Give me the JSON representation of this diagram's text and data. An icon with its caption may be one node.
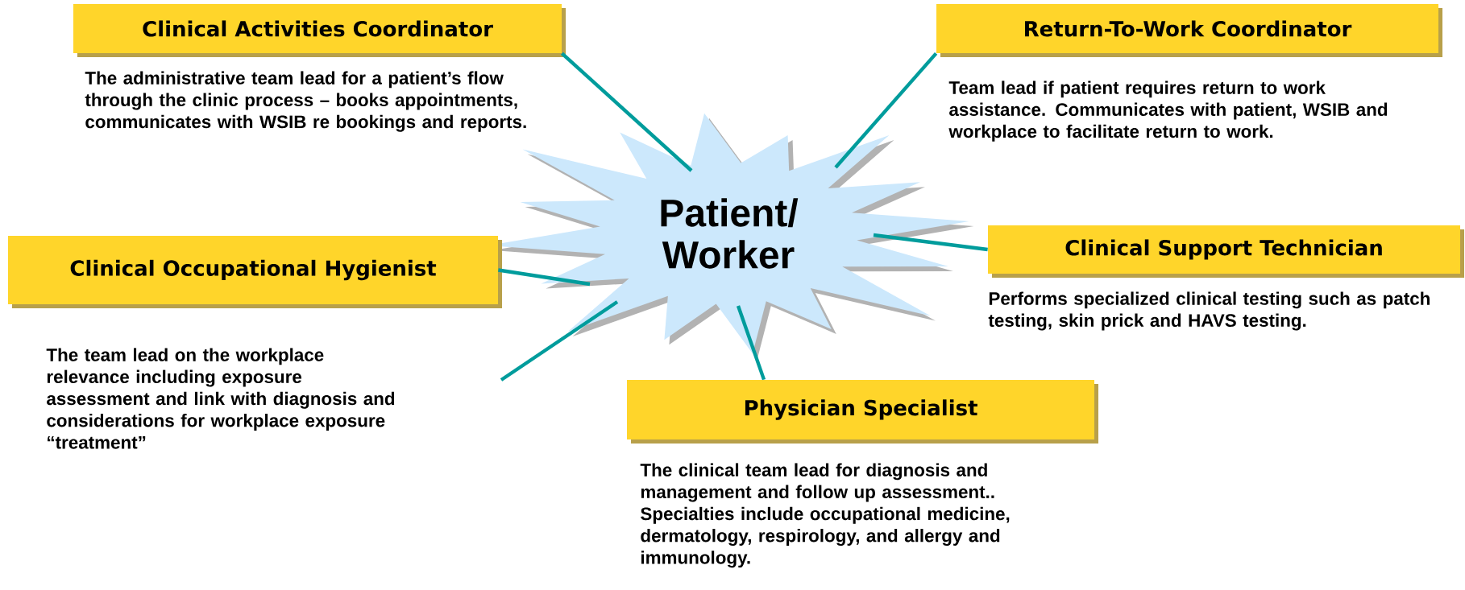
{
  "diagram": {
    "nodes": [
      {
        "text": [
          "Clinical Activities Coordinator"
        ]
      },
      {
        "text": [
          "Return-To-Work Coordinator"
        ]
      },
      {
        "text": [
          "Patient/ Worker"
        ]
      },
      {
        "text": [
          "Clinical Occupational Hygienist"
        ]
      },
      {
        "text": [
          "Clinical Support Technician"
        ]
      },
      {
        "text": [
          "Physician Specialist"
        ]
      }
    ],
    "edges": [
      {
        "from": 0,
        "to": 2,
        "arrow": "none"
      },
      {
        "from": 1,
        "to": 2,
        "arrow": "none"
      },
      {
        "from": 3,
        "to": 2,
        "arrow": "none"
      },
      {
        "from": 4,
        "to": 2,
        "arrow": "none"
      },
      {
        "from": 5,
        "to": 2,
        "arrow": "none"
      },
      {
        "from": null,
        "to": 2,
        "arrow": "none"
      }
    ],
    "labels": [
      "The administrative team lead for a patient’s flow through the clinic process – books appointments, communicates with WSIB re bookings and reports.",
      "Team lead if patient requires return to work assistance. Communicates with patient, WSIB and workplace to facilitate return to work.",
      "Performs specialized clinical testing such as patch testing, skin prick and HAVS testing.",
      "The team lead on the workplace relevance including exposure assessment and link with diagnosis and considerations for workplace exposure “treatment”",
      "The clinical team lead for diagnosis and management and follow up assessment.. Specialties include occupational medicine, dermatology, respirology, and  allergy and immunology."
    ]
  }
}
